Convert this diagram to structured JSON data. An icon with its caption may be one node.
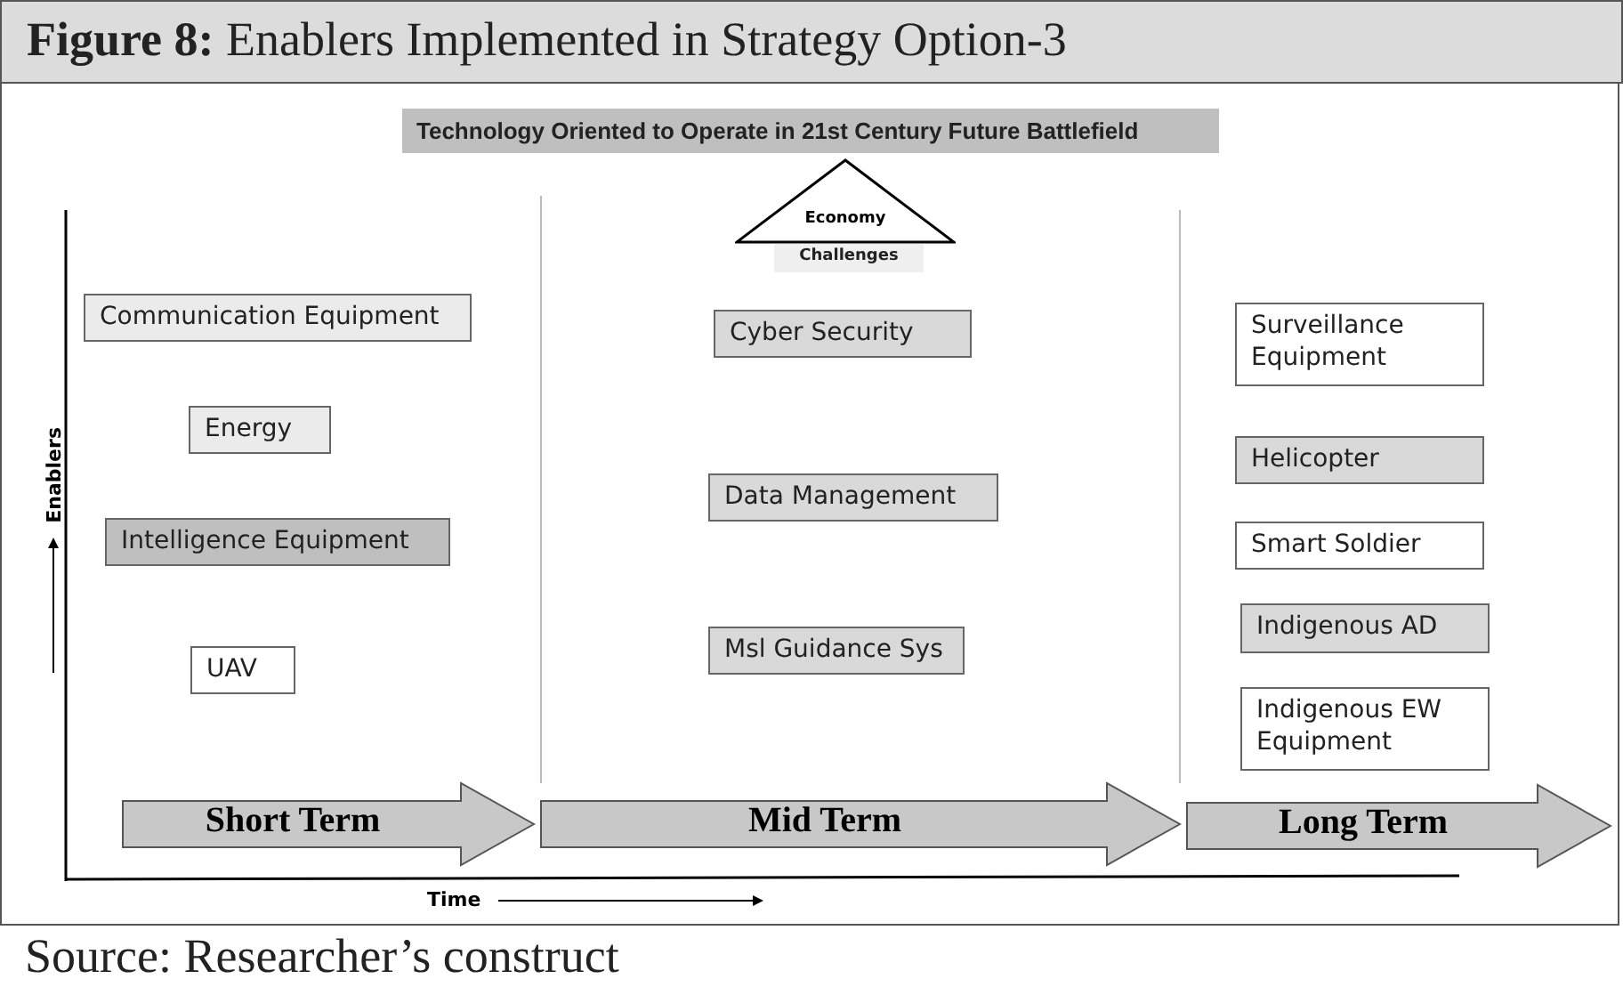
{
  "diagram": {
    "title": "**Figure 8:** Enablers Implemented in Strategy Option-3",
    "caption": "Source:  Researcher’s construct",
    "nodes": [
      {
        "text": [
          "Technology Oriented to Operate in 21st Century Future Battlefield"
        ]
      },
      {
        "text": [
          "Economy"
        ]
      },
      {
        "text": [
          "Challenges"
        ]
      },
      {
        "text": [
          "Communication Equipment"
        ]
      },
      {
        "text": [
          "Energy"
        ]
      },
      {
        "text": [
          "Intelligence Equipment"
        ]
      },
      {
        "text": [
          "UAV"
        ]
      },
      {
        "text": [
          "Cyber Security"
        ]
      },
      {
        "text": [
          "Data Management"
        ]
      },
      {
        "text": [
          "Msl Guidance Sys"
        ]
      },
      {
        "text": [
          "Surveillance Equipment"
        ]
      },
      {
        "text": [
          "Helicopter"
        ]
      },
      {
        "text": [
          "Smart Soldier"
        ]
      },
      {
        "text": [
          "Indigenous AD"
        ]
      },
      {
        "text": [
          "Indigenous EW Equipment"
        ]
      },
      {
        "text": [
          "Short Term"
        ]
      },
      {
        "text": [
          "Mid Term"
        ]
      },
      {
        "text": [
          "Long Term"
        ]
      }
    ],
    "edges": [],
    "labels": [
      "Enablers",
      "Time"
    ]
  }
}
